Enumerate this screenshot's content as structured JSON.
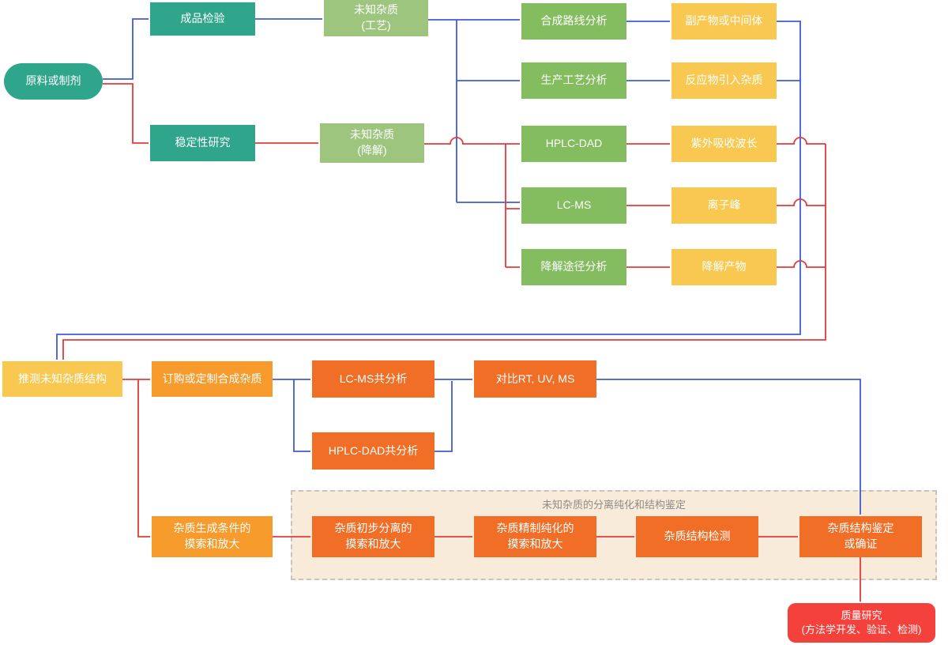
{
  "colors": {
    "teal": "#2FA58C",
    "light_green": "#9DC57E",
    "green": "#84BC60",
    "yellow": "#F8C850",
    "orange": "#F89B2D",
    "dark_orange": "#F16E27",
    "red_box": "#F4413C",
    "arrow_blue": "#3F5BD6",
    "arrow_red": "#E43B3A",
    "panel_background": "#F9EBD9",
    "panel_border": "#C9C5BD",
    "panel_title_color": "#8B8B8B"
  },
  "panel": {
    "label": "未知杂质的分离纯化和结构鉴定"
  },
  "nodes": {
    "raw_material": {
      "label": "原料或制剂"
    },
    "finished_product_inspection": {
      "label": "成品检验"
    },
    "stability_study": {
      "label": "稳定性研究"
    },
    "unknown_impurity_process": {
      "label": "未知杂质\n(工艺)"
    },
    "unknown_impurity_degradation": {
      "label": "未知杂质\n(降解)"
    },
    "synthesis_route_analysis": {
      "label": "合成路线分析"
    },
    "production_process_analysis": {
      "label": "生产工艺分析"
    },
    "hplc_dad": {
      "label": "HPLC-DAD"
    },
    "lc_ms": {
      "label": "LC-MS"
    },
    "degradation_pathway_analysis": {
      "label": "降解途径分析"
    },
    "byproducts_or_intermediates": {
      "label": "副产物或中间体"
    },
    "reactant_introduced_impurities": {
      "label": "反应物引入杂质"
    },
    "uv_absorption_wavelength": {
      "label": "紫外吸收波长"
    },
    "ion_peak": {
      "label": "离子峰"
    },
    "degradation_products": {
      "label": "降解产物"
    },
    "infer_unknown_impurity_structure": {
      "label": "推测未知杂质结构"
    },
    "order_or_custom_synthesize": {
      "label": "订购或定制合成杂质"
    },
    "lcms_coanalysis": {
      "label": "LC-MS共分析"
    },
    "hplcdad_coanalysis": {
      "label": "HPLC-DAD共分析"
    },
    "compare_rt_uv_ms": {
      "label": "对比RT, UV, MS"
    },
    "impurity_generation_conditions": {
      "label": "杂质生成条件的\n摸索和放大"
    },
    "preliminary_separation": {
      "label": "杂质初步分离的\n摸索和放大"
    },
    "refined_purification": {
      "label": "杂质精制纯化的\n摸索和放大"
    },
    "structure_detection": {
      "label": "杂质结构检测"
    },
    "structure_identification": {
      "label": "杂质结构鉴定\n或确证"
    },
    "quality_research": {
      "label": "质量研究\n(方法学开发、验证、检测)"
    }
  }
}
